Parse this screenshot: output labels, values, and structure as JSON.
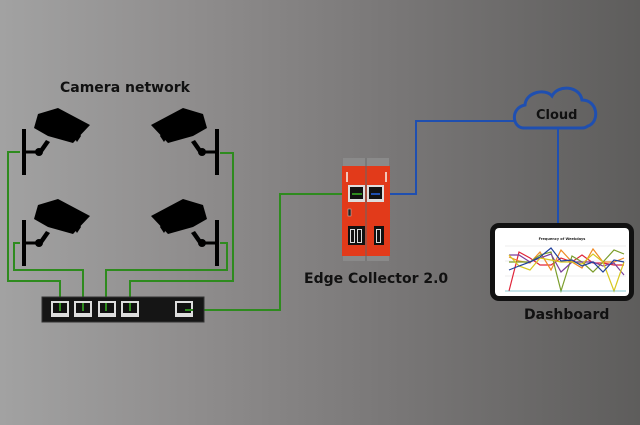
{
  "labels": {
    "camera_network": "Camera network",
    "edge_collector": "Edge Collector 2.0",
    "cloud": "Cloud",
    "dashboard": "Dashboard"
  },
  "colors": {
    "lan_wire": "#2e8b1e",
    "wan_wire": "#1f4fb0",
    "edge_device": "#e23a1a",
    "switch": "#151515",
    "camera": "#000000"
  },
  "cameras": [
    {
      "id": "camera-top-left",
      "facing": "right"
    },
    {
      "id": "camera-top-right",
      "facing": "left"
    },
    {
      "id": "camera-bottom-left",
      "facing": "right"
    },
    {
      "id": "camera-bottom-right",
      "facing": "left"
    }
  ],
  "switch": {
    "lan_ports": 4,
    "uplink_ports": 1
  },
  "dashboard_chart": {
    "title": "Frequency of Weekdays",
    "series_colors": [
      "#e0253a",
      "#f08a24",
      "#7a9d2a",
      "#7b3f9c",
      "#d8c820",
      "#1f3f9c"
    ]
  }
}
